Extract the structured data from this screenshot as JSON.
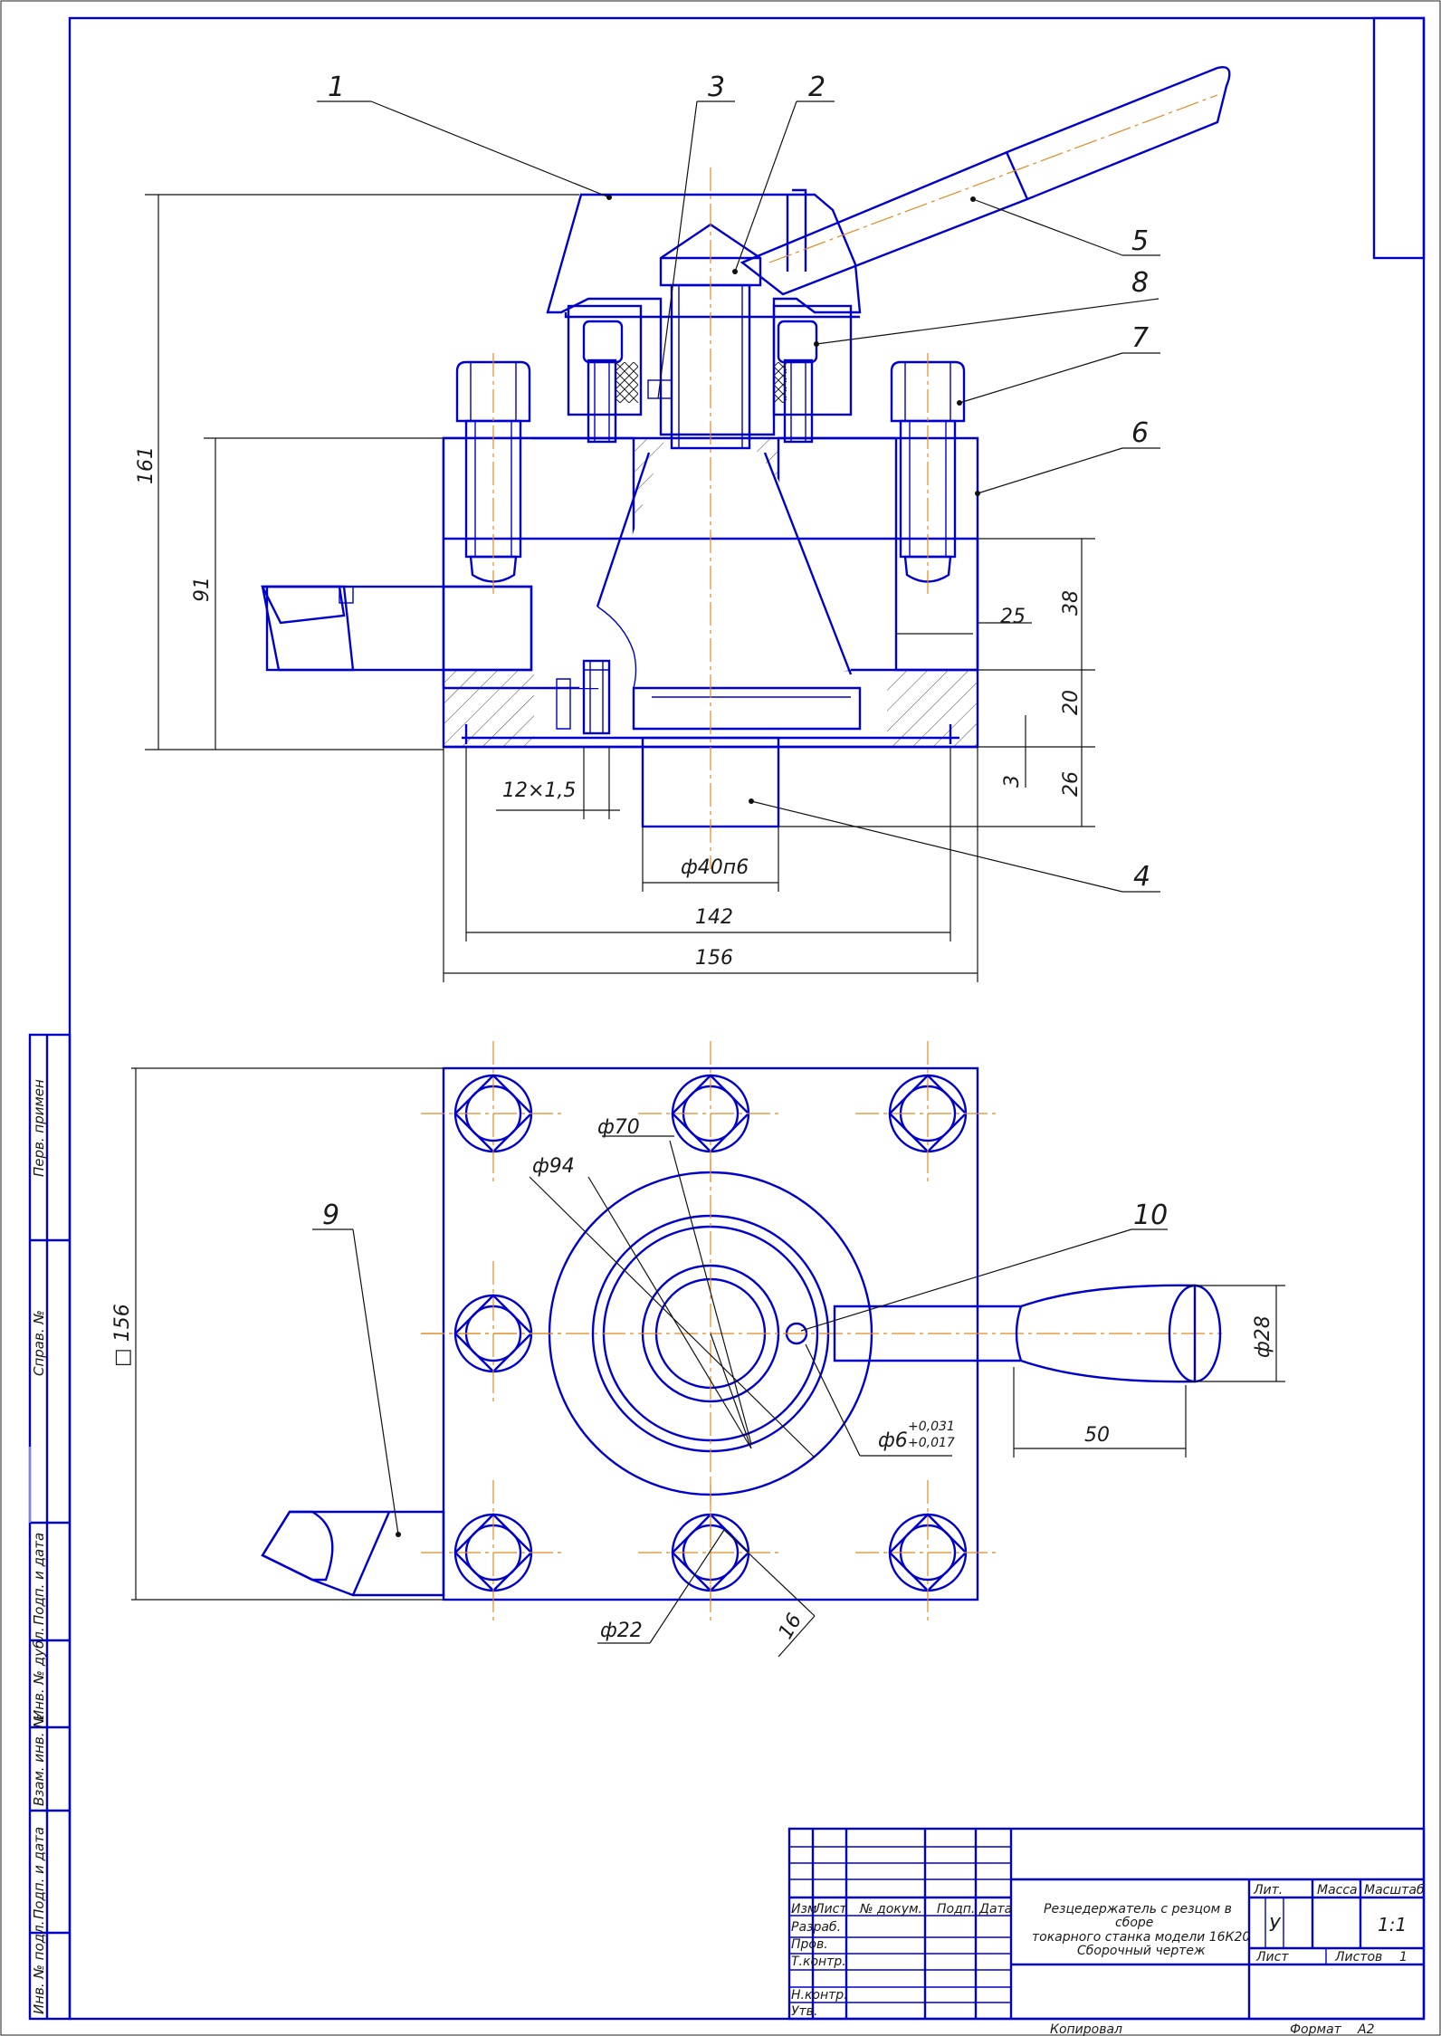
{
  "positions": [
    "1",
    "2",
    "3",
    "4",
    "5",
    "6",
    "7",
    "8",
    "9",
    "10"
  ],
  "dimensions": {
    "h161": "161",
    "h91": "91",
    "d38": "38",
    "d25": "25",
    "d20": "20",
    "d26": "26",
    "d3": "3",
    "thread": "12×1,5",
    "bore": "ф40п6",
    "w142": "142",
    "w156": "156",
    "sq156": "□ 156",
    "d70": "ф70",
    "d94": "ф94",
    "d28": "ф28",
    "l50": "50",
    "pin": "ф6",
    "pin_up": "+0,031",
    "pin_lo": "+0,017",
    "d22": "ф22",
    "d16": "16"
  },
  "side_strip": [
    "Перв. примен",
    "Справ. №",
    "Подп. и дата",
    "Инв. № дубл.",
    "Взам. инв. №",
    "Подп. и дата",
    "Инв. № подл."
  ],
  "title_block": {
    "col_headers": [
      "Изм",
      "Лист",
      "№ докум.",
      "Подп.",
      "Дата"
    ],
    "roles": [
      "Разраб.",
      "Пров.",
      "Т.контр.",
      "Н.контр.",
      "Утв."
    ],
    "title_lines": [
      "Резцедержатель с резцом в",
      "сборе",
      "токарного станка модели 16К20",
      "Сборочный чертеж"
    ],
    "lit": "Лит.",
    "mass": "Масса",
    "scale": "Масштаб",
    "lit_val": "У",
    "scale_val": "1:1",
    "sheet": "Лист",
    "sheets": "Листов",
    "sheets_val": "1"
  },
  "footer": {
    "copied": "Копировал",
    "format_label": "Формат",
    "format_val": "A2"
  }
}
